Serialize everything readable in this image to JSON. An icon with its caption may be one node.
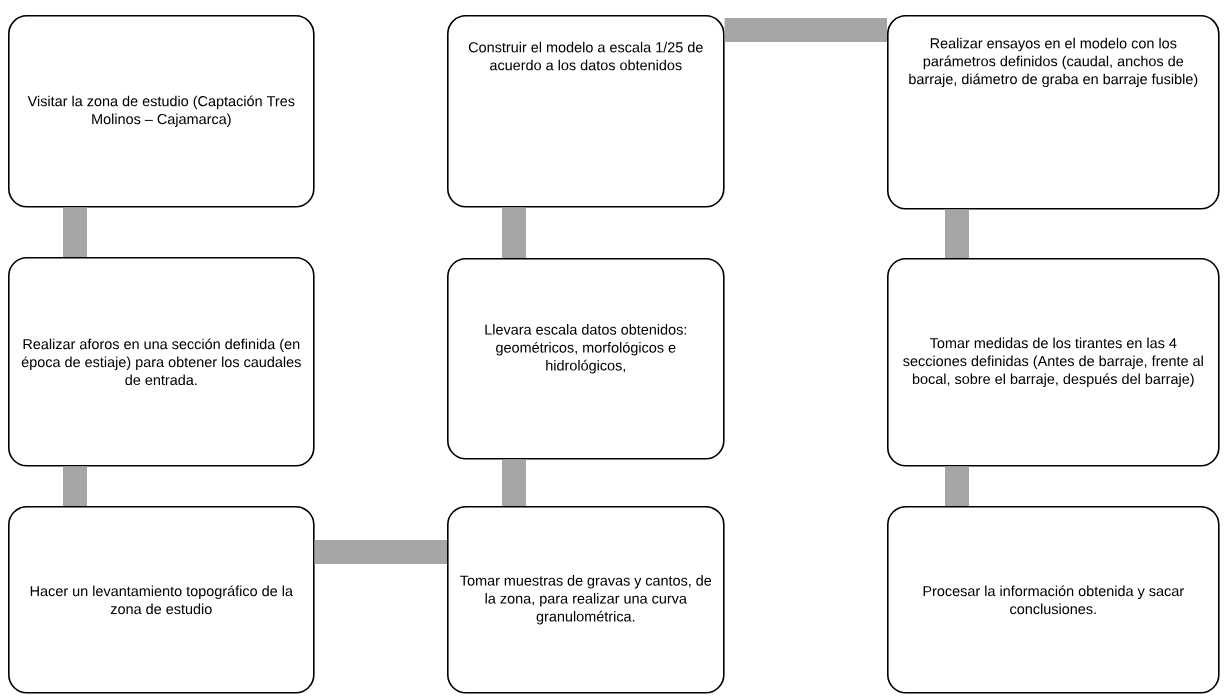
{
  "diagram": {
    "nodes": [
      {
        "text": [
          "Visitar la zona de estudio (Captación Tres Molinos – Cajamarca)"
        ]
      },
      {
        "text": [
          "Realizar aforos en una sección definida (en época de estiaje) para obtener los caudales de entrada."
        ]
      },
      {
        "text": [
          "Hacer un levantamiento topográfico de la zona de estudio"
        ]
      },
      {
        "text": [
          "Tomar muestras de gravas y cantos, de la zona, para realizar una curva granulométrica."
        ]
      },
      {
        "text": [
          "Llevara escala datos obtenidos: geométricos, morfológicos e hidrológicos,"
        ]
      },
      {
        "text": [
          "Construir el modelo a escala 1/25 de acuerdo a los datos obtenidos"
        ]
      },
      {
        "text": [
          "Realizar ensayos en el modelo con los parámetros definidos (caudal, anchos de barraje, diámetro de graba en barraje fusible)"
        ]
      },
      {
        "text": [
          "Tomar medidas de los tirantes en las 4 secciones definidas (Antes de barraje, frente al bocal, sobre el barraje, después del barraje)"
        ]
      },
      {
        "text": [
          "Procesar la información obtenida y sacar conclusiones."
        ]
      }
    ],
    "edges": [
      {
        "from": 0,
        "to": 1,
        "arrow": "none"
      },
      {
        "from": 1,
        "to": 2,
        "arrow": "none"
      },
      {
        "from": 2,
        "to": 3,
        "arrow": "none"
      },
      {
        "from": 3,
        "to": 4,
        "arrow": "none"
      },
      {
        "from": 4,
        "to": 5,
        "arrow": "none"
      },
      {
        "from": 5,
        "to": 6,
        "arrow": "none"
      },
      {
        "from": 6,
        "to": 7,
        "arrow": "none"
      },
      {
        "from": 7,
        "to": 8,
        "arrow": "none"
      }
    ]
  }
}
